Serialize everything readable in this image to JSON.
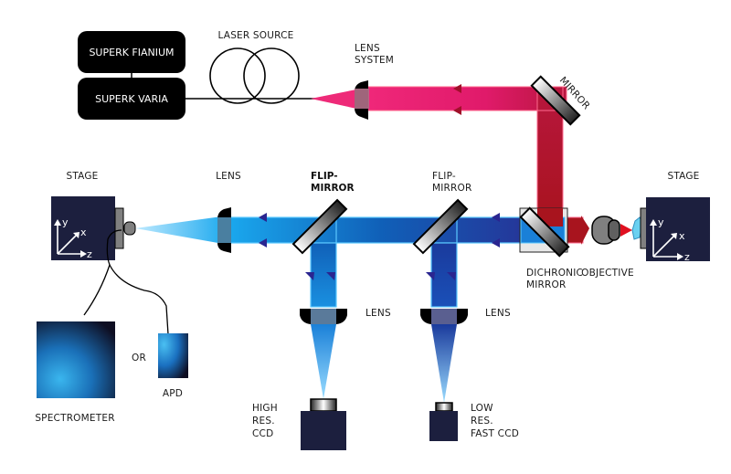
{
  "laser": {
    "fianium_label": "SUPERK FIANIUM",
    "varia_label": "SUPERK VARIA",
    "source_label": "LASER SOURCE"
  },
  "labels": {
    "lens_system": [
      "LENS",
      "SYSTEM"
    ],
    "mirror": "MIRROR",
    "stage_right": "STAGE",
    "stage_left": "STAGE",
    "lens_left": "LENS",
    "flip_mirror_1": [
      "FLIP-",
      "MIRROR"
    ],
    "flip_mirror_2": [
      "FLIP-",
      "MIRROR"
    ],
    "dichronic_mirror": [
      "DICHRONIC",
      "MIRROR"
    ],
    "objective": "OBJECTIVE",
    "lens_1": "LENS",
    "lens_2": "LENS",
    "high_res_ccd": [
      "HIGH",
      "RES.",
      "CCD"
    ],
    "low_res_ccd": [
      "LOW",
      "RES.",
      "FAST CCD"
    ],
    "spectrometer": "SPECTROMETER",
    "or": "OR",
    "apd": "APD"
  },
  "axes": {
    "x": "x",
    "y": "y",
    "z": "z"
  },
  "colors": {
    "laser_beam": "#e0186e",
    "red_beam": "#b01a2e",
    "blue_beam_light": "#1aa0e8",
    "blue_beam_dark": "#2a2f8f",
    "stage": "#1c1f3e",
    "box": "#000000"
  }
}
